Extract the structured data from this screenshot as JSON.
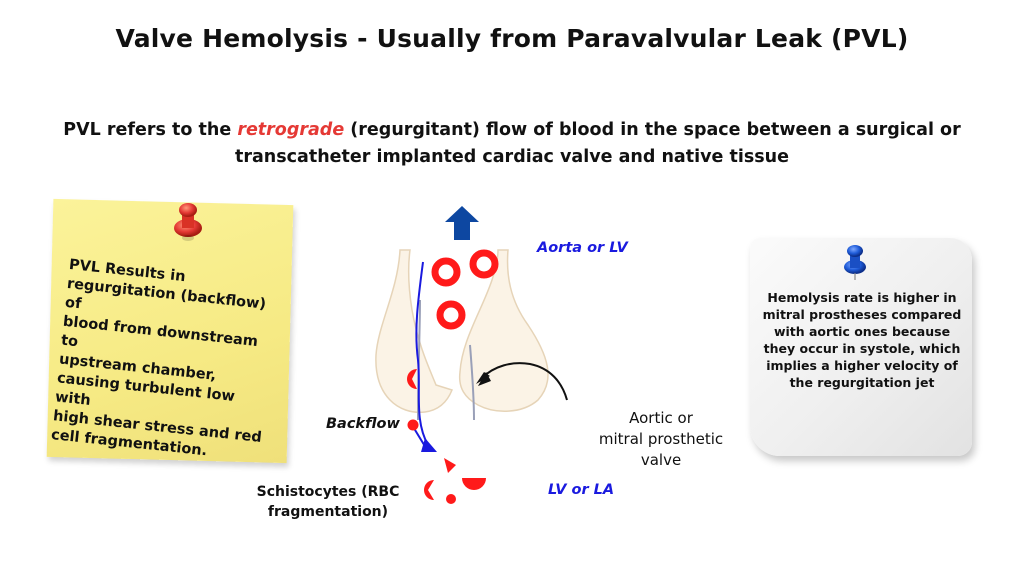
{
  "title": "Valve Hemolysis - Usually from Paravalvular Leak (PVL)",
  "subtitle": {
    "part1": "PVL refers to the ",
    "highlight": "retrograde",
    "part2": " (regurgitant) flow of blood in the space between a surgical or transcatheter implanted cardiac valve and native tissue"
  },
  "left_note": "PVL Results in\nregurgitation (backflow) of\nblood from downstream to\nupstream chamber,\ncausing turbulent low with\nhigh shear stress and red\ncell fragmentation.",
  "right_note": "Hemolysis rate is higher in\nmitral prostheses compared\nwith aortic ones because\nthey occur in systole, which\nimplies a higher velocity of\nthe regurgitation jet",
  "diagram": {
    "aorta_label": "Aorta or LV",
    "lv_label": "LV or  LA",
    "backflow_label": "Backflow",
    "valve_label": "Aortic or\nmitral prosthetic\nvalve",
    "schistocytes_label": "Schistocytes (RBC\nfragmentation)"
  },
  "colors": {
    "highlight": "#e53935",
    "blue_label": "#1a1adf",
    "arrow_blue": "#0d47a1",
    "rbc_red": "#ff1a1a",
    "sticky_yellow": "#f6ea84",
    "pin_red": "#e53935",
    "pin_blue": "#1e5bd8"
  }
}
